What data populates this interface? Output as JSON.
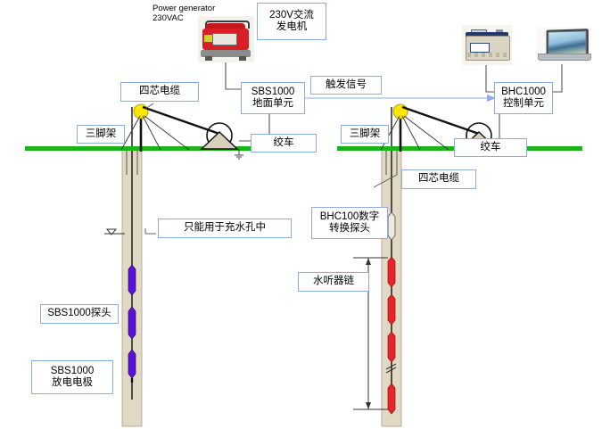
{
  "diagram": {
    "title": "Cross-borehole SBS1000 / BHC1000 survey layout",
    "colors": {
      "ground_line": "#18B418",
      "borehole_casing": "#E2D9C4",
      "sbs_probe": "#5B12D8",
      "hydrophone": "#E8232A",
      "label_border": "#8FAADC",
      "generator_red": "#D91F26",
      "pulley_yellow": "#FFE600",
      "winch_fill": "#D9CFBC"
    }
  },
  "equipment": {
    "generator_caption": "Power generator\n230VAC",
    "generator_name": "power-generator",
    "battery_name": "car-battery",
    "laptop_name": "laptop-computer"
  },
  "labels": {
    "generator_cn": "230V交流\n发电机",
    "cable_left": "四芯电缆",
    "cable_right": "四芯电缆",
    "sbs_ground_unit": "SBS1000\n地面单元",
    "trigger_signal": "触发信号",
    "bhc_control_unit": "BHC1000\n控制单元",
    "tripod_left": "三脚架",
    "tripod_right": "三脚架",
    "winch_left": "绞车",
    "winch_right": "绞车",
    "water_filled_only": "只能用于充水孔中",
    "sbs_probe": "SBS1000探头",
    "sbs_electrode": "SBS1000\n放电电极",
    "bhc_digitizer": "BHC100数字\n转换探头",
    "hydrophone_chain": "水听器链"
  },
  "boreholes": {
    "left": {
      "name": "source-borehole",
      "probe_count": 3,
      "probe_color": "#5B12D8",
      "water_table_symbol": "▽"
    },
    "right": {
      "name": "receiver-borehole",
      "hydrophone_count": 4,
      "hydrophone_color": "#E8232A",
      "digitizer_probe": true,
      "break_symbol": true
    }
  }
}
